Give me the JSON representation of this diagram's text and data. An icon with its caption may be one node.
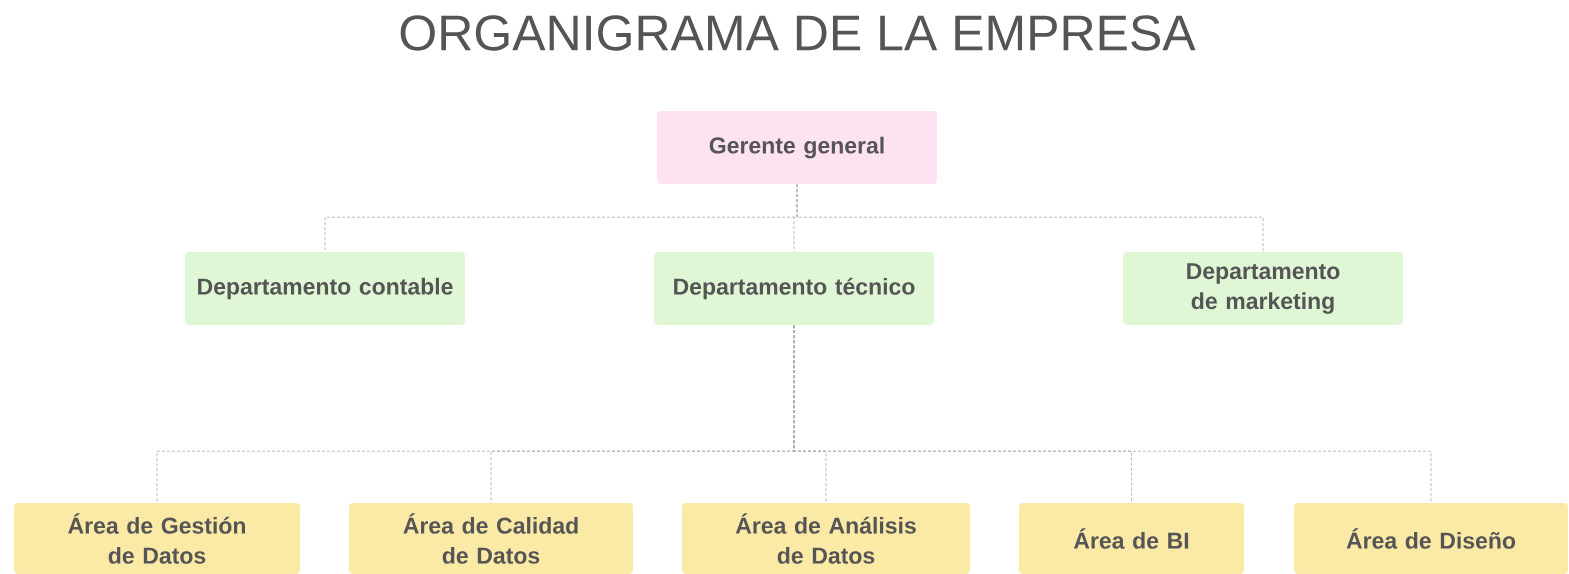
{
  "diagram": {
    "title": "ORGANIGRAMA DE LA EMPRESA",
    "nodes": [
      {
        "text": [
          "Gerente general"
        ]
      },
      {
        "text": [
          "Departamento contable"
        ]
      },
      {
        "text": [
          "Departamento técnico"
        ]
      },
      {
        "text": [
          "Departamento de marketing"
        ]
      },
      {
        "text": [
          "Área de Gestión de Datos"
        ]
      },
      {
        "text": [
          "Área de Calidad de Datos"
        ]
      },
      {
        "text": [
          "Área de Análisis de Datos"
        ]
      },
      {
        "text": [
          "Área de BI"
        ]
      },
      {
        "text": [
          "Área de Diseño"
        ]
      }
    ],
    "edges": [
      {
        "from": 0,
        "to": 1,
        "arrow": "none"
      },
      {
        "from": 0,
        "to": 2,
        "arrow": "none"
      },
      {
        "from": 0,
        "to": 3,
        "arrow": "none"
      },
      {
        "from": 2,
        "to": 4,
        "arrow": "none"
      },
      {
        "from": 2,
        "to": 5,
        "arrow": "none"
      },
      {
        "from": 2,
        "to": 6,
        "arrow": "none"
      },
      {
        "from": 2,
        "to": 7,
        "arrow": "none"
      },
      {
        "from": 2,
        "to": 8,
        "arrow": "none"
      }
    ]
  }
}
